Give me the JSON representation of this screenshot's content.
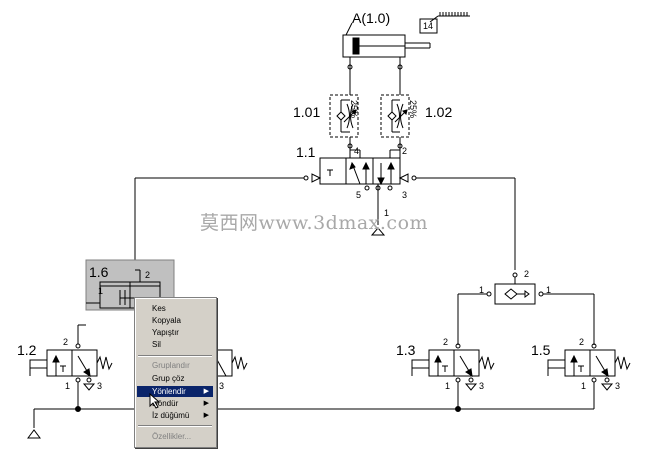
{
  "diagram": {
    "labels": {
      "cylinder": "A(1.0)",
      "counter": "14",
      "throttle_left": "1.01",
      "throttle_right": "1.02",
      "pct_left": "25%",
      "pct_right": "25%",
      "valve_main": "1.1",
      "valve_selected": "1.6",
      "valve_left": "1.2",
      "valve_right_a": "1.3",
      "valve_right_b": "1.5"
    },
    "ports": {
      "main_4": "4",
      "main_2": "2",
      "main_5": "5",
      "main_1": "1",
      "main_3": "3",
      "sel_1": "1",
      "sel_2": "2",
      "or_1": "1",
      "or_2": "2",
      "or_1b": "1",
      "v12_2": "2",
      "v12_1": "1",
      "v12_3": "3",
      "v13_2": "2",
      "v13_1": "1",
      "v13_3": "3",
      "v15_2": "2",
      "v15_1": "1",
      "v15_3": "3",
      "v14_3": "3"
    }
  },
  "watermark": "莫西网www.3dmax.com",
  "context_menu": {
    "items": [
      {
        "label": "Kes",
        "disabled": false,
        "submenu": false
      },
      {
        "label": "Kopyala",
        "disabled": false,
        "submenu": false
      },
      {
        "label": "Yapıştır",
        "disabled": false,
        "submenu": false
      },
      {
        "label": "Sil",
        "disabled": false,
        "submenu": false
      },
      {
        "label": "Gruplandır",
        "disabled": true,
        "submenu": false
      },
      {
        "label": "Grup çöz",
        "disabled": false,
        "submenu": false
      },
      {
        "label": "Yönlendir",
        "disabled": false,
        "submenu": true,
        "highlighted": true
      },
      {
        "label": "Döndür",
        "disabled": false,
        "submenu": true
      },
      {
        "label": "İz düğümü",
        "disabled": false,
        "submenu": true
      },
      {
        "label": "Özellikler...",
        "disabled": true,
        "submenu": false
      }
    ]
  },
  "colors": {
    "line": "#000000",
    "selection_fill": "#c0c0c0",
    "menu_bg": "#d4d0c8",
    "menu_highlight": "#0a246a",
    "watermark": "#a8a8a8"
  }
}
